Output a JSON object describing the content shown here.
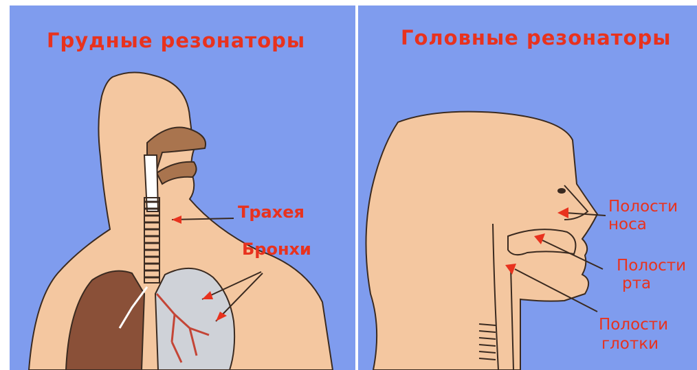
{
  "left": {
    "title": "Грудные  резонаторы",
    "labels": {
      "trachea": "Трахея",
      "bronchi": "Бронхи"
    }
  },
  "right": {
    "title": "Головные резонаторы",
    "labels": {
      "nose_line1": "Полости",
      "nose_line2": "носа",
      "mouth_line1": "Полости",
      "mouth_line2": "рта",
      "pharynx_line1": "Полости",
      "pharynx_line2": "глотки"
    }
  },
  "colors": {
    "background": "#7f9cee",
    "skin": "#f4c7a0",
    "label": "#e8321e",
    "lung_dark": "#8a5038",
    "cavity": "#a9744e"
  }
}
